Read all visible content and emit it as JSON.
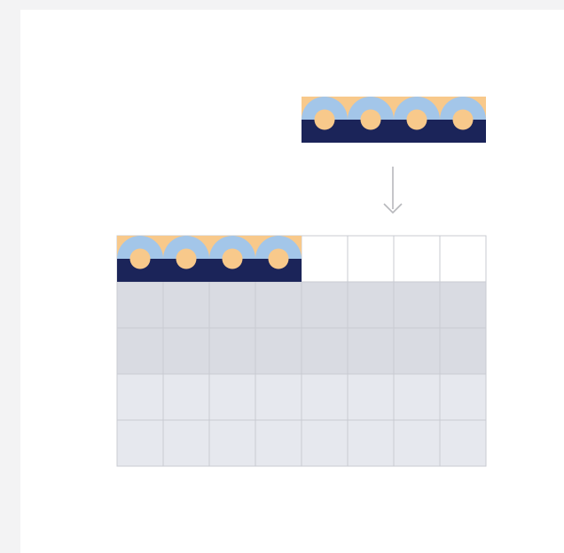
{
  "colors": {
    "page_background": "#f3f3f4",
    "canvas": "#ffffff",
    "navy": "#1b2459",
    "peach": "#f8c98b",
    "sky_blue": "#a3c6e9",
    "row_dark_fill": "#d9dbe2",
    "row_light_fill": "#e6e8ee",
    "empty_fill": "#ffffff",
    "grid_line": "#c9cbd2",
    "arrow": "#b7b8bc"
  },
  "icons": {
    "tile": "semicircle-dot-tile-icon",
    "arrow": "arrow-down-icon"
  },
  "strip": {
    "tile_count": 4
  },
  "grid": {
    "columns": 8,
    "rows": 5,
    "filled_tiles_row0": 4,
    "row_fills": [
      "empty",
      "dark",
      "dark",
      "light",
      "light"
    ]
  }
}
